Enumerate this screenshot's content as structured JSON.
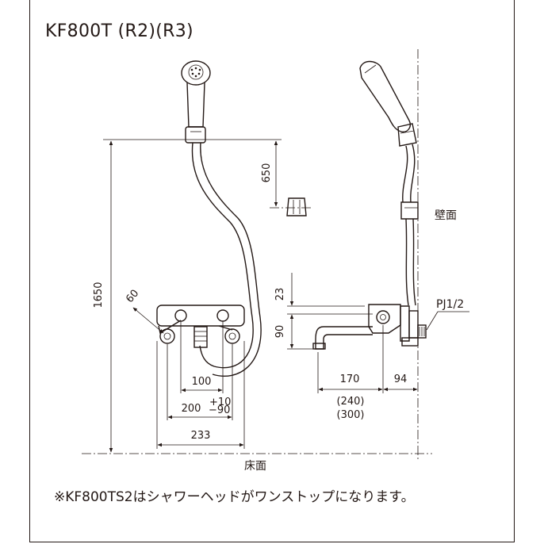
{
  "title": "KF800T (R2)(R3)",
  "note": "※KF800TS2はシャワーヘッドがワンストップになります。",
  "labels": {
    "wall": "壁面",
    "floor": "床面",
    "pipe_thread": "PJ1/2"
  },
  "dimensions": {
    "total_height": "1650",
    "hook_offset": "650",
    "body_angle": "60",
    "center_distance": "100",
    "pitch_main": "200",
    "pitch_tol_plus": "+10",
    "pitch_tol_minus": "−90",
    "body_width": "233",
    "top_offset": "23",
    "body_height": "90",
    "spout_length": "170",
    "spout_length_alt1": "(240)",
    "spout_length_alt2": "(300)",
    "wall_depth": "94"
  }
}
